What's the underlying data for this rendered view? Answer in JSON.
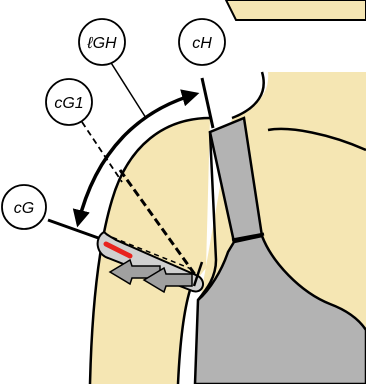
{
  "labels": {
    "lGH": "ℓGH",
    "cH": "cH",
    "cG1": "cG1",
    "cG": "cG"
  },
  "colors": {
    "skin": "#f5e6b3",
    "garment": "#b3b3b3",
    "highlight": "#e8231f",
    "arrow": "#a0a0a0",
    "stroke": "#000000"
  }
}
